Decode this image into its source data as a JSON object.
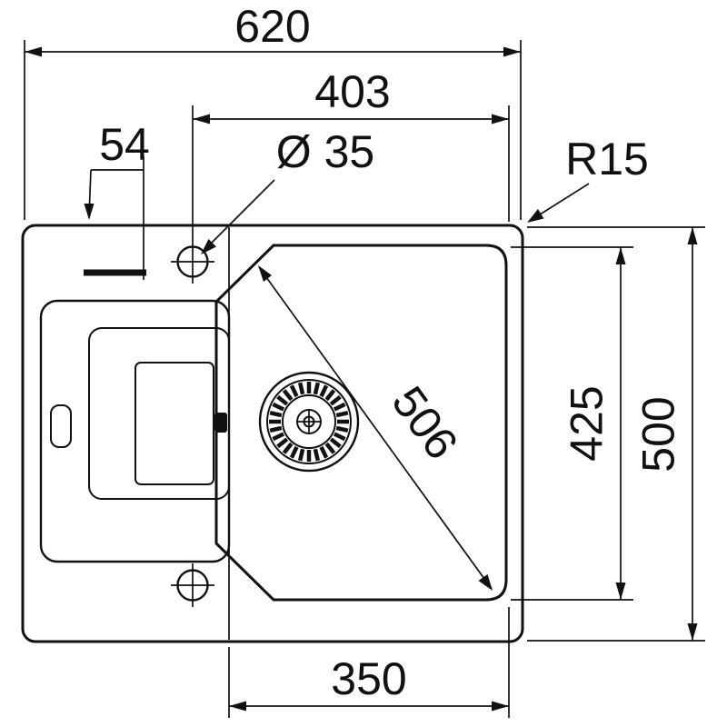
{
  "drawing": {
    "type": "sink-top-view-dimension-drawing",
    "colors": {
      "line": "#111111",
      "background": "#ffffff"
    }
  },
  "dimensions": {
    "overall_width": "620",
    "bowl_cutout_width": "403",
    "edge_offset": "54",
    "tap_hole_diameter": "Ø 35",
    "corner_radius": "R15",
    "bowl_diagonal": "506",
    "bowl_length": "425",
    "overall_depth": "500",
    "bowl_bottom_width": "350"
  }
}
